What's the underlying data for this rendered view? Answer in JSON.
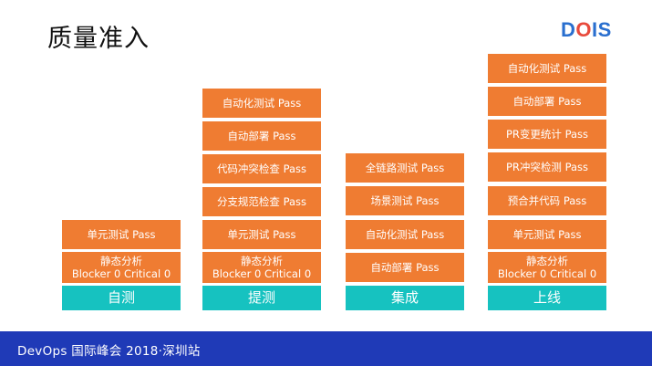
{
  "slide": {
    "title": "质量准入"
  },
  "logo": {
    "d": "D",
    "o": "O",
    "is": "IS"
  },
  "footer": {
    "text": "DevOps 国际峰会 2018·深圳站"
  },
  "columns": [
    {
      "stage": "自测",
      "items": [
        "单元测试 Pass"
      ],
      "analysis": {
        "line1": "静态分析",
        "line2": "Blocker 0 Critical 0"
      }
    },
    {
      "stage": "提测",
      "items": [
        "自动化测试 Pass",
        "自动部署 Pass",
        "代码冲突检查 Pass",
        "分支规范检查 Pass",
        "单元测试 Pass"
      ],
      "analysis": {
        "line1": "静态分析",
        "line2": "Blocker 0 Critical 0"
      }
    },
    {
      "stage": "集成",
      "items": [
        "全链路测试 Pass",
        "场景测试 Pass",
        "自动化测试 Pass",
        "自动部署 Pass"
      ]
    },
    {
      "stage": "上线",
      "items": [
        "自动化测试 Pass",
        "自动部署 Pass",
        "PR变更统计 Pass",
        "PR冲突检测 Pass",
        "预合并代码 Pass",
        "单元测试 Pass"
      ],
      "analysis": {
        "line1": "静态分析",
        "line2": "Blocker 0 Critical 0"
      }
    }
  ]
}
